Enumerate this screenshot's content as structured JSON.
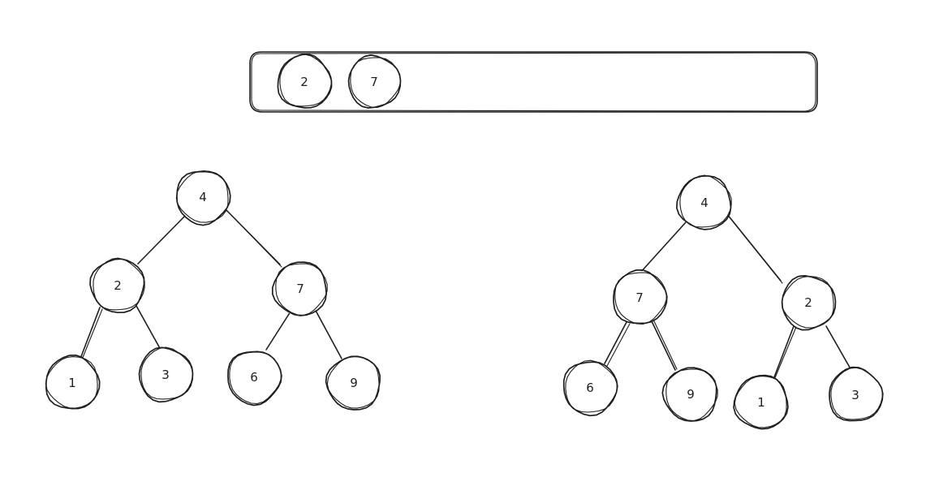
{
  "queue": {
    "items": [
      "2",
      "7"
    ]
  },
  "original_tree": {
    "root": "4",
    "level1": [
      "2",
      "7"
    ],
    "level2": [
      "1",
      "3",
      "6",
      "9"
    ]
  },
  "mirrored_tree": {
    "root": "4",
    "level1": [
      "7",
      "2"
    ],
    "level2": [
      "6",
      "9",
      "1",
      "3"
    ]
  },
  "colors": {
    "stroke": "#1e1e1e",
    "background": "#ffffff"
  }
}
